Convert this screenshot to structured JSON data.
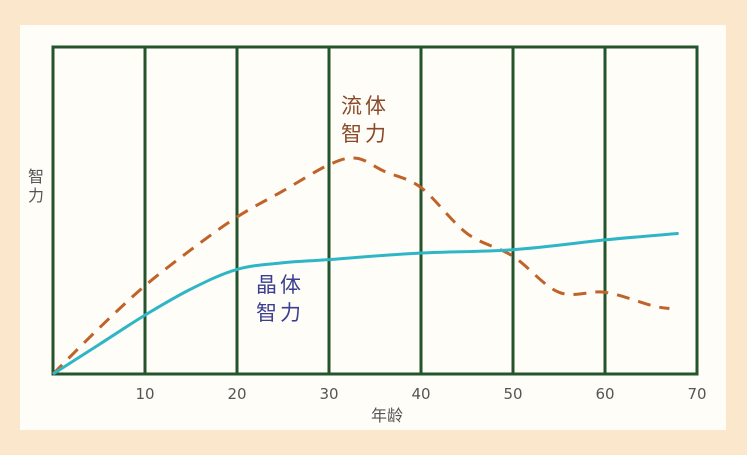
{
  "chart_data": {
    "type": "line",
    "ylabel": "智力",
    "xlabel": "年龄",
    "xlim": [
      0,
      70
    ],
    "x_ticks": [
      "10",
      "20",
      "30",
      "40",
      "50",
      "60",
      "70"
    ],
    "grid": "vertical lines at each 10-year tick",
    "ylim": [
      0,
      100
    ],
    "y_tick_labels_shown": false,
    "series": [
      {
        "name": "流体智力",
        "label_lines": [
          "流体",
          "智力"
        ],
        "style": "dashed",
        "color": "#c0632a",
        "x": [
          0,
          5,
          10,
          15,
          20,
          25,
          30,
          33,
          36,
          40,
          45,
          50,
          55,
          60,
          65,
          67
        ],
        "y": [
          0,
          14,
          27,
          38,
          48,
          56,
          64,
          66,
          62,
          57,
          43,
          36,
          25,
          25,
          21,
          20
        ]
      },
      {
        "name": "晶体智力",
        "label_lines": [
          "晶体",
          "智力"
        ],
        "style": "solid",
        "color": "#2fb6c6",
        "x": [
          0,
          5,
          10,
          15,
          20,
          25,
          30,
          40,
          50,
          60,
          68
        ],
        "y": [
          0,
          9,
          18,
          26,
          32,
          34,
          35,
          37,
          38,
          41,
          43
        ]
      }
    ]
  }
}
